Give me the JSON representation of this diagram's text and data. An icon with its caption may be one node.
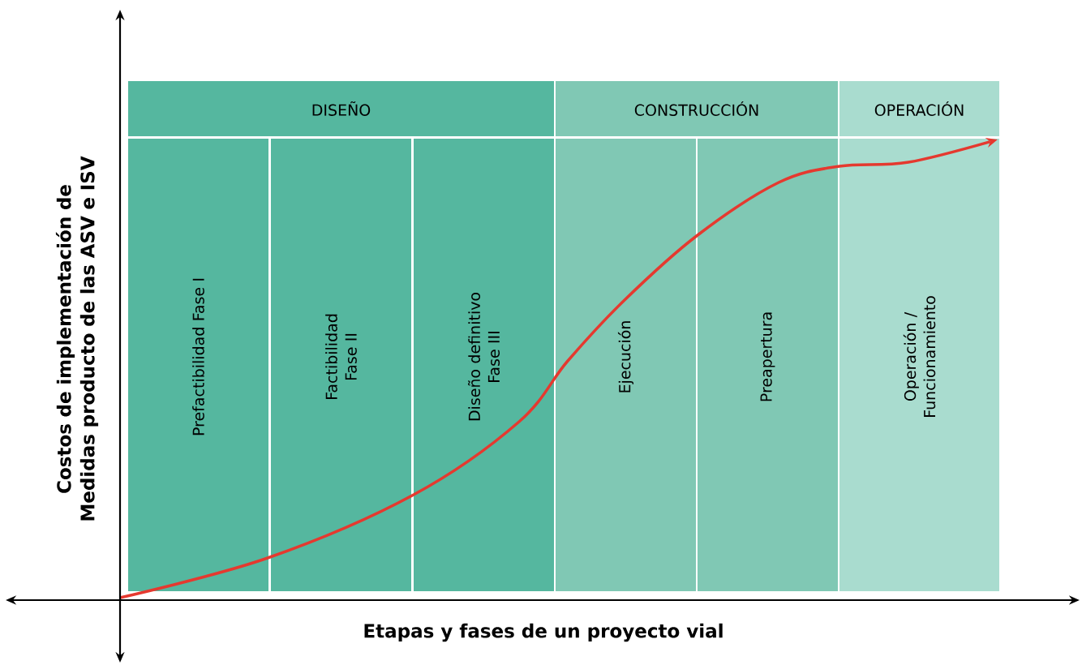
{
  "diagram": {
    "nodes": [
      {
        "text": [
          "DISEÑO"
        ]
      },
      {
        "text": [
          "CONSTRUCCIÓN"
        ]
      },
      {
        "text": [
          "OPERACIÓN"
        ]
      },
      {
        "text": [
          "Prefactibilidad Fase I"
        ]
      },
      {
        "text": [
          "Factibilidad Fase II"
        ]
      },
      {
        "text": [
          "Diseño definitivo Fase III"
        ]
      },
      {
        "text": [
          "Ejecución"
        ]
      },
      {
        "text": [
          "Preapertura"
        ]
      },
      {
        "text": [
          "Operación / Funcionamiento"
        ]
      }
    ],
    "labels": [
      "Costos de implementación de Medidas producto de las ASV e ISV",
      "Etapas y fases de un proyecto vial"
    ]
  }
}
